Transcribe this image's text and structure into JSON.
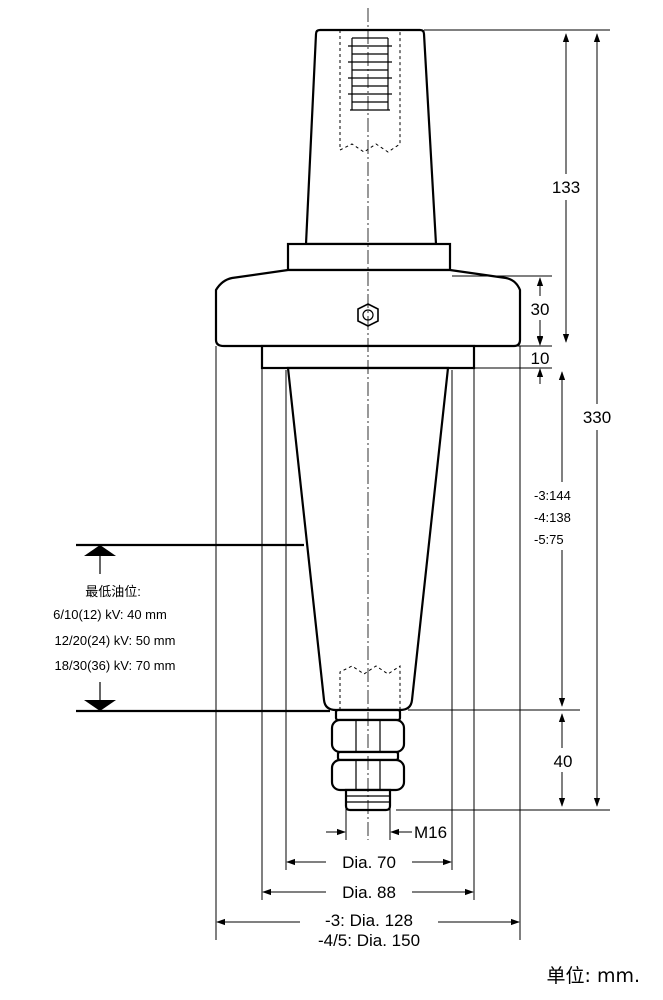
{
  "dimensions": {
    "top_height": "133",
    "flange_height": "30",
    "collar_height": "10",
    "overall_height": "330",
    "cone_lengths": [
      "-3:144",
      "-4:138",
      "-5:75"
    ],
    "stud_length": "40",
    "thread": "M16",
    "dia_70": "Dia. 70",
    "dia_88": "Dia. 88",
    "dia_flange_1": "-3: Dia. 128",
    "dia_flange_2": "-4/5: Dia. 150"
  },
  "oil_level": {
    "title": "最低油位:",
    "lines": [
      "6/10(12) kV: 40 mm",
      "12/20(24) kV: 50 mm",
      "18/30(36) kV: 70 mm"
    ]
  },
  "unit_label": "单位: mm."
}
